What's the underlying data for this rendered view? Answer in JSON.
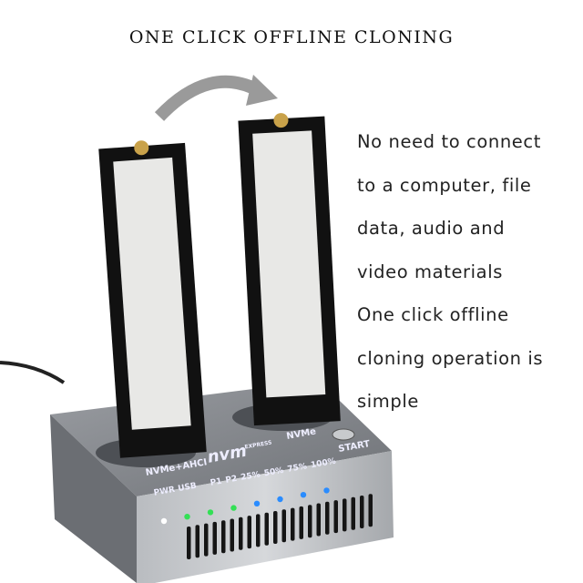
{
  "title": "ONE CLICK OFFLINE CLONING",
  "description_lines": [
    "No need to connect",
    "to a computer, file",
    "data, audio and",
    "video materials",
    "One click offline",
    "cloning operation is",
    "simple"
  ],
  "device": {
    "slot_left_label": "NVMe+AHCI",
    "slot_right_label": "NVMe",
    "start_label": "START",
    "brand": "nvm",
    "brand_sub": "EXPRESS",
    "indicators": [
      "PWR",
      "USB",
      "P1",
      "P2",
      "25%",
      "50%",
      "75%",
      "100%"
    ],
    "led_colors": [
      "#ffffff",
      "#33e055",
      "#33e055",
      "#33e055",
      "#2a8cff",
      "#2a8cff",
      "#2a8cff",
      "#2a8cff"
    ],
    "body_color": "#8a8d92"
  }
}
